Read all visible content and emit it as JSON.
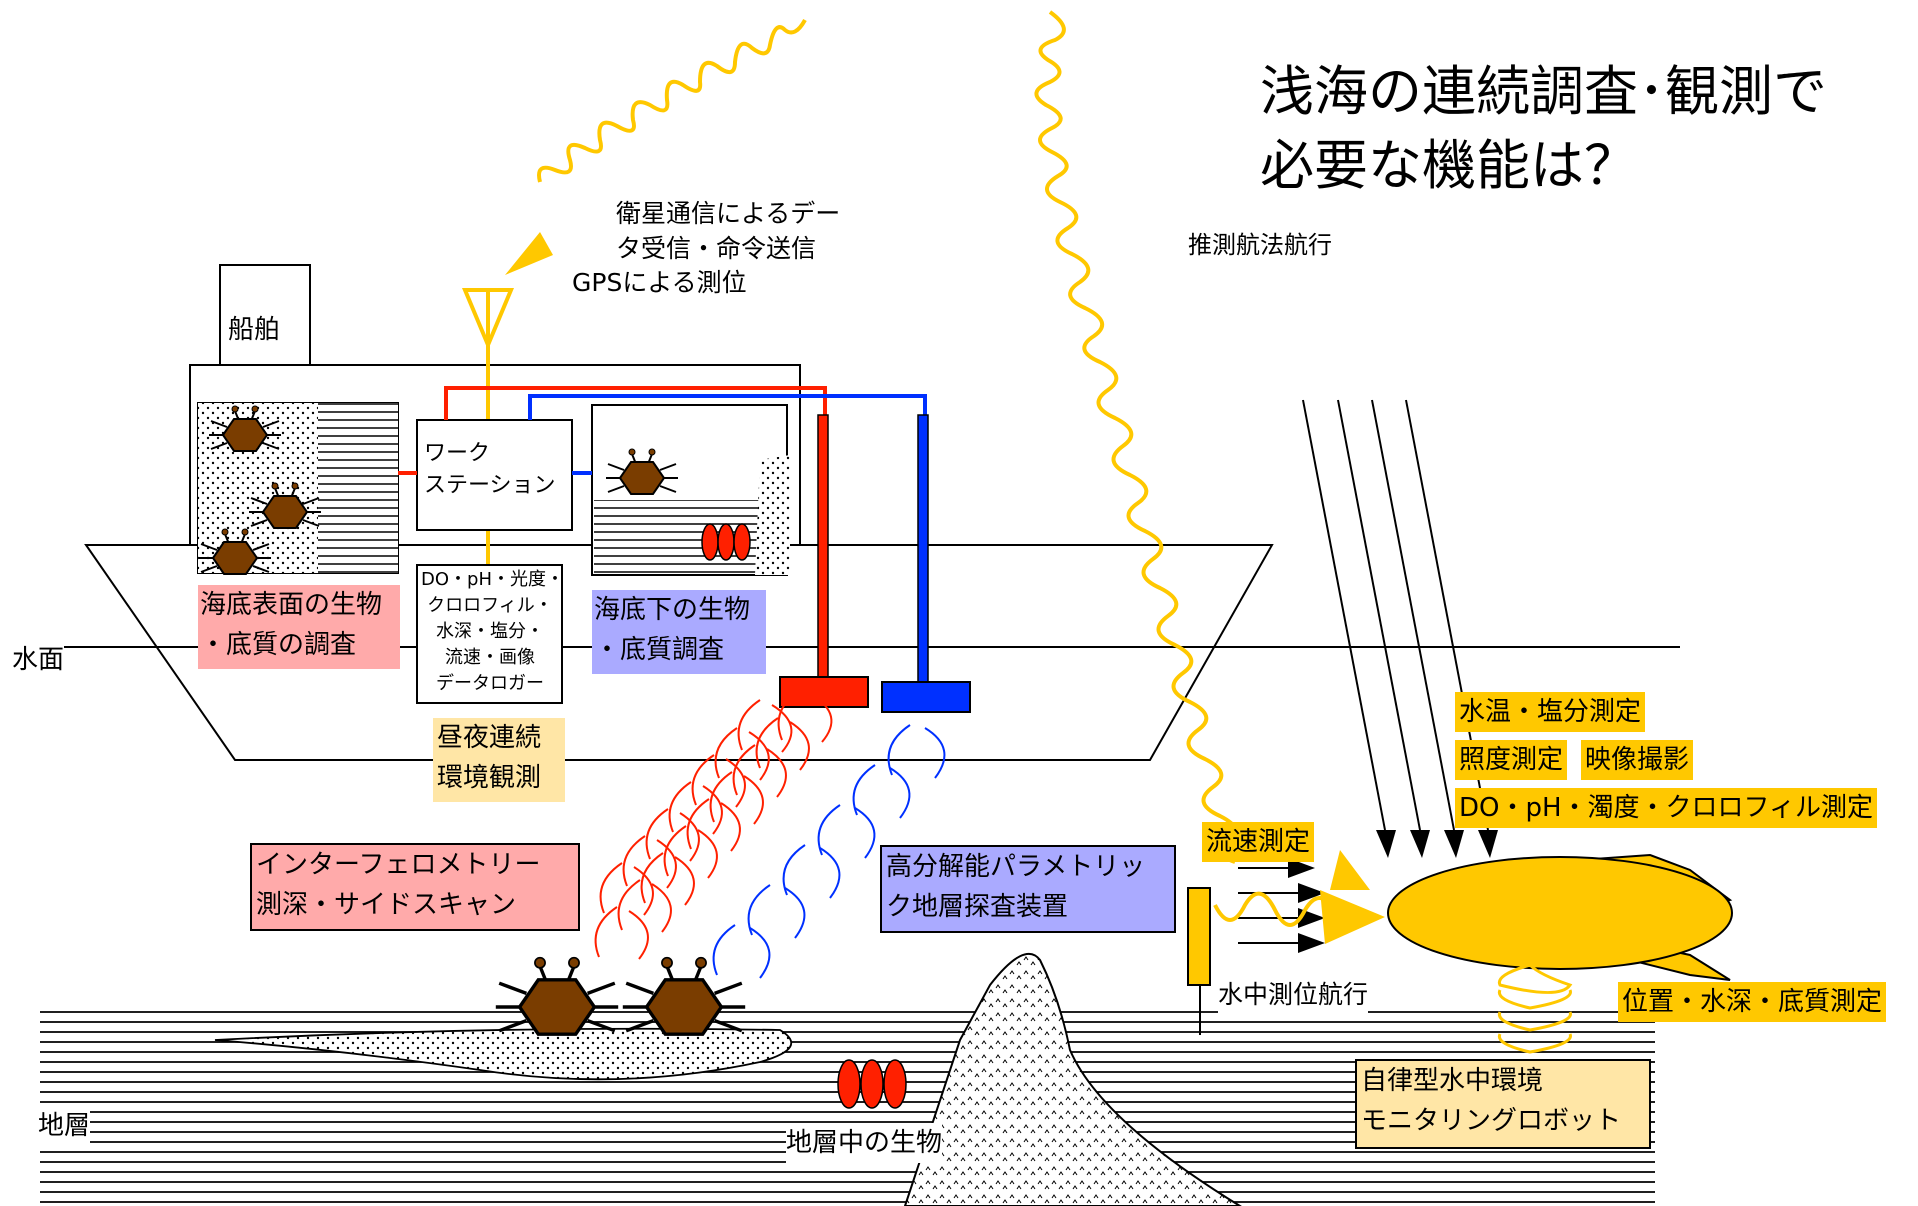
{
  "title": {
    "line1": "浅海の連続調査･観測で",
    "line2": "必要な機能は？"
  },
  "labels": {
    "ship": "船舶",
    "satellite": "衛星通信によるデー",
    "satellite2": "タ受信・命令送信",
    "gps": "GPSによる測位",
    "dead_reckoning": "推測航法航行",
    "workstation1": "ワーク",
    "workstation2": "ステーション",
    "logger1": "DO・pH・光度・",
    "logger2": "クロロフィル・",
    "logger3": "水深・塩分・",
    "logger4": "流速・画像",
    "logger5": "データロガー",
    "surface_bio1": "海底表面の生物",
    "surface_bio2": "・底質の調査",
    "subbottom_bio1": "海底下の生物",
    "subbottom_bio2": "・底質調査",
    "water_surface": "水面",
    "continuous1": "昼夜連続",
    "continuous2": "環境観測",
    "interferometry1": "インターフェロメトリー",
    "interferometry2": "測深・サイドスキャン",
    "parametric1": "高分解能パラメトリッ",
    "parametric2": "ク地層探査装置",
    "stratum": "地層",
    "stratum_bio": "地層中の生物",
    "underwater_nav": "水中測位航行",
    "flow": "流速測定",
    "temp_salinity": "水温・塩分測定",
    "illuminance": "照度測定",
    "imaging": "映像撮影",
    "do_ph": "DO・pH・濁度・クロロフィル測定",
    "position": "位置・水深・底質測定",
    "robot1": "自律型水中環境",
    "robot2": "モニタリングロボット"
  },
  "colors": {
    "yellow": "#ffc800",
    "red": "#ff2000",
    "blue": "#0030ff",
    "brown": "#7a3d00",
    "pink_box": "#ffaaaa",
    "blue_box": "#aaaaff",
    "tan_box": "#ffe6a6"
  }
}
